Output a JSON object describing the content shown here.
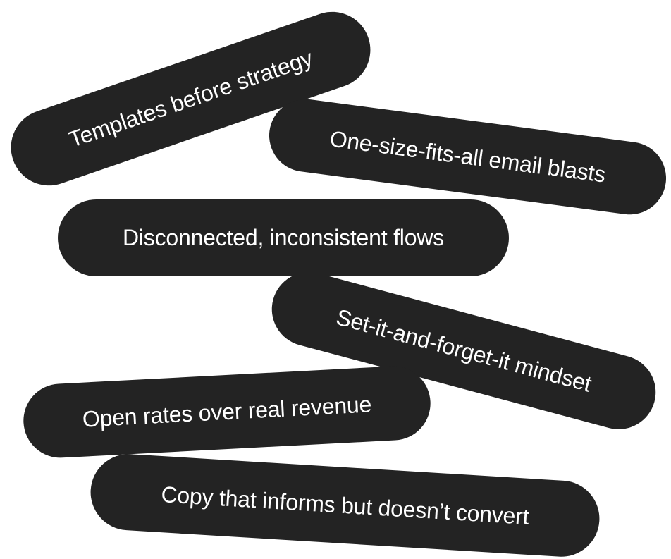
{
  "pills": [
    {
      "label": "Templates before strategy",
      "rotation_deg": -19
    },
    {
      "label": "One-size-fits-all email blasts",
      "rotation_deg": 7.5
    },
    {
      "label": "Disconnected, inconsistent flows",
      "rotation_deg": 0
    },
    {
      "label": "Set-it-and-forget-it mindset",
      "rotation_deg": 15
    },
    {
      "label": "Open rates over real revenue",
      "rotation_deg": -3
    },
    {
      "label": "Copy that informs but doesn’t convert",
      "rotation_deg": 3.5
    }
  ],
  "colors": {
    "background": "#ffffff",
    "pill_fill": "#232323",
    "pill_text": "#ffffff"
  }
}
